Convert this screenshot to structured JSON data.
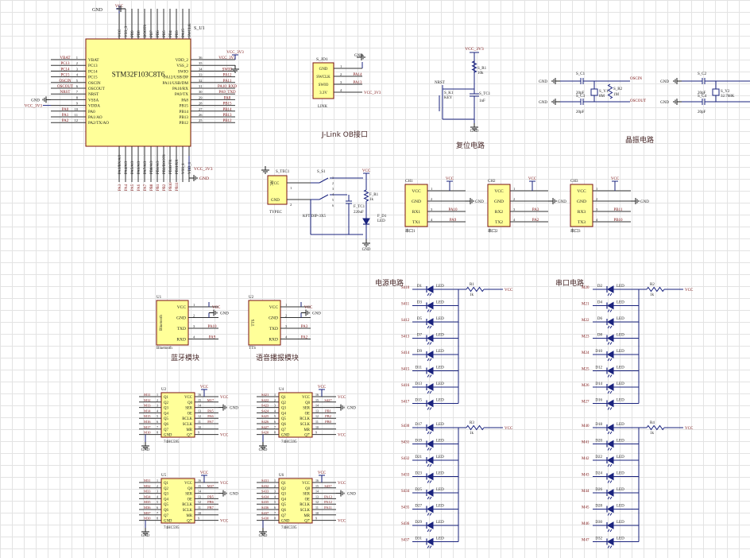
{
  "colors": {
    "body": "#ffff99",
    "wire": "#1a237e",
    "pin": "#333333",
    "label": "#7a1010",
    "gnd": "#1a1a1a",
    "led": "#1a237e"
  },
  "mcu": {
    "ref": "S_U1",
    "part": "STM32F103C8T6",
    "left_pins": [
      [
        "1",
        "VBAT"
      ],
      [
        "2",
        "PC13"
      ],
      [
        "3",
        "PC14"
      ],
      [
        "4",
        "PC15"
      ],
      [
        "5",
        "OSCIN"
      ],
      [
        "6",
        "OSCOUT"
      ],
      [
        "7",
        "NRST"
      ],
      [
        "8",
        "VSSA"
      ],
      [
        "9",
        "VDDA"
      ],
      [
        "10",
        "PA0"
      ],
      [
        "11",
        "PA1/AO"
      ],
      [
        "12",
        "PA2/TX/AO"
      ]
    ],
    "left_nets": [
      "VBAT",
      "PC13",
      "PC14",
      "PC15",
      "OSCIN",
      "OSCOUT",
      "NRST",
      "GND",
      "VCC_3V3",
      "PA0",
      "PA1",
      "PA2"
    ],
    "right_pins": [
      [
        "36",
        "VDD_2"
      ],
      [
        "35",
        "VSS_2"
      ],
      [
        "34",
        "SWIO"
      ],
      [
        "33",
        "PA12/USB/DP"
      ],
      [
        "32",
        "PA11/USB/DM"
      ],
      [
        "31",
        "PA10/RX"
      ],
      [
        "30",
        "PA9/TX"
      ],
      [
        "29",
        "PA8"
      ],
      [
        "28",
        "PB15"
      ],
      [
        "27",
        "PB14"
      ],
      [
        "26",
        "PB13"
      ],
      [
        "25",
        "PB12"
      ]
    ],
    "right_nets": [
      "VCC_3V3",
      "",
      "SWIO",
      "PA12",
      "PA11",
      "PA10_RXD",
      "PA9_TXD",
      "PA8",
      "PB15",
      "PB14",
      "PB13",
      "PB12"
    ],
    "top_pins": [
      "VCC",
      "VSS_3",
      "PB9",
      "PB8",
      "BOOT0",
      "PB7",
      "PB6",
      "PB5",
      "PB4",
      "PB3",
      "PA15",
      "SWCLK"
    ],
    "bottom_pins": [
      "PA3/RX/AO",
      "PA4/AO",
      "PA5/AO",
      "PA6/AO",
      "PA7/AO",
      "PB0/AO",
      "PB1/AO",
      "PB2/BOOT1",
      "PB10/TX",
      "PB11/RX",
      "VSS_1",
      "VDD_1"
    ],
    "bottom_nets": [
      "PA3",
      "PA4",
      "PA5",
      "PA6",
      "PA7",
      "PB0",
      "PB1",
      "PB2",
      "PB10",
      "PB11",
      "",
      ""
    ],
    "gnd": "GND",
    "vcc": "VCC_3V3"
  },
  "jlink": {
    "ref": "S_JD1",
    "pins": [
      "GND",
      "SWCLK",
      "SWIO",
      "3.3V"
    ],
    "nums": [
      "1",
      "2",
      "3",
      "4"
    ],
    "nets": [
      "GND",
      "PA14",
      "PA13",
      "VCC_3V3"
    ],
    "footer": "LINK",
    "title": "J-Link OB接口"
  },
  "reset": {
    "vcc": "VCC_3V3",
    "r": "S_R1",
    "rv": "10k",
    "nrst": "NRST",
    "key_ref": "S_K1",
    "key": "KEY",
    "c": "S_TC1",
    "cv": "1nF",
    "gnd": "GND",
    "title": "复位电路"
  },
  "crystal": {
    "title": "晶振电路",
    "a": {
      "c1": "S_C1",
      "c1v": "20pF",
      "c3": "S_C3",
      "c3v": "20pF",
      "y": "S_Y1",
      "yv": "8M",
      "r": "S_R2",
      "rv": "1M",
      "net1": "OSCIN",
      "net2": "OSCOUT",
      "gnd": "GND"
    },
    "b": {
      "c1": "S_C2",
      "c1v": "20pF",
      "c3": "S_C4",
      "c3v": "20pF",
      "y": "S_Y2",
      "yv": "32.768K",
      "net1": "PC14",
      "net2": "PC15",
      "gnd": "GND"
    }
  },
  "power": {
    "conn": "S_TEC1",
    "pins": [
      "VCC",
      "GND"
    ],
    "footer": "TYPEC",
    "side": "NC",
    "sw": "S_S1",
    "swv": "KFT DIP-3X5",
    "r": "F_R1",
    "rv": "1k",
    "c": "F_TC1",
    "cv": "220uF",
    "d": "F_D1",
    "dv": "LED",
    "vcc": "VCC",
    "gnd": "GND"
  },
  "uart_headers": [
    {
      "ref": "CH1",
      "rows": [
        "VCC",
        "GND",
        "RX1",
        "TX1"
      ],
      "nets": [
        "VCC",
        "GND",
        "PA10",
        "PA9"
      ],
      "footer": "串口1"
    },
    {
      "ref": "CH2",
      "rows": [
        "VCC",
        "GND",
        "RX2",
        "TX2"
      ],
      "nets": [
        "VCC",
        "GND",
        "PA3",
        "PA2"
      ],
      "footer": "串口2"
    },
    {
      "ref": "CH3",
      "rows": [
        "VCC",
        "GND",
        "RX3",
        "TX3"
      ],
      "nets": [
        "VCC",
        "GND",
        "PB11",
        "PB10"
      ],
      "footer": "串口3"
    }
  ],
  "modules": [
    {
      "ref": "U1",
      "name": "Bluetooth",
      "rows": [
        "VCC",
        "GND",
        "TXD",
        "RXD"
      ],
      "nets": [
        "VCC",
        "GND",
        "PA10",
        "PA9"
      ],
      "footer": "Bluetooth",
      "title": "蓝牙模块"
    },
    {
      "ref": "U2",
      "name": "TTS",
      "rows": [
        "VCC",
        "GND",
        "TXD",
        "RXD"
      ],
      "nets": [
        "VCC",
        "GND",
        "PA3",
        "PA2"
      ],
      "footer": "TTS",
      "title": "语音播报模块"
    }
  ],
  "shift_regs": [
    {
      "ref": "U2",
      "part": "74HC595",
      "outs": [
        "M11",
        "M12",
        "M13",
        "M14",
        "M15",
        "M16",
        "M17",
        "M10"
      ],
      "rnets": [
        "VCC",
        "M17",
        "GND",
        "PA5",
        "PA6",
        "PA7",
        "",
        "VCC"
      ]
    },
    {
      "ref": "U4",
      "part": "74HC595",
      "outs": [
        "S421",
        "S422",
        "S423",
        "S424",
        "S425",
        "S426",
        "S427",
        "S420"
      ],
      "rnets": [
        "VCC",
        "S427",
        "GND",
        "PB1",
        "PB2",
        "PB0",
        "",
        "VCC"
      ]
    },
    {
      "ref": "U5",
      "part": "74HC595",
      "outs": [
        "M31",
        "M32",
        "M33",
        "M34",
        "M35",
        "M36",
        "M37",
        "M30"
      ],
      "rnets": [
        "VCC",
        "M37",
        "GND",
        "PB5",
        "PB6",
        "PB7",
        "",
        "VCC"
      ]
    },
    {
      "ref": "U6",
      "part": "74HC595",
      "outs": [
        "S431",
        "S432",
        "S433",
        "S434",
        "S435",
        "S436",
        "S437",
        "S430"
      ],
      "rnets": [
        "VCC",
        "S437",
        "GND",
        "PA13",
        "PA12",
        "PA11",
        "",
        "VCC"
      ]
    }
  ],
  "hc595_pins": {
    "left": [
      "Q1",
      "Q2",
      "Q3",
      "Q4",
      "Q5",
      "Q6",
      "Q7",
      "GND"
    ],
    "right": [
      "VCC",
      "Q0",
      "SER",
      "OE",
      "RCLK",
      "SCLK",
      "MR",
      "Q7'"
    ],
    "lnums": [
      "1",
      "2",
      "3",
      "4",
      "5",
      "6",
      "7",
      "8"
    ],
    "rnums": [
      "16",
      "15",
      "14",
      "13",
      "12",
      "11",
      "10",
      "9"
    ],
    "gnd": "GND",
    "vcc": "VCC"
  },
  "led_banks": [
    {
      "title": "电源电路",
      "nets": [
        "S410",
        "S411",
        "S412",
        "S413",
        "S414",
        "S415",
        "S416",
        "S417"
      ],
      "leds": [
        "D1",
        "D3",
        "D5",
        "D7",
        "D9",
        "D11",
        "D13",
        "D15"
      ],
      "r": "R1",
      "rv": "1k",
      "vcc": "VCC",
      "type": "LED"
    },
    {
      "title": "串口电路",
      "nets": [
        "M20",
        "M21",
        "M22",
        "M23",
        "M24",
        "M25",
        "M26",
        "M27"
      ],
      "leds": [
        "D2",
        "D4",
        "D6",
        "D8",
        "D10",
        "D12",
        "D14",
        "D16"
      ],
      "r": "R2",
      "rv": "1k",
      "vcc": "VCC",
      "type": "LED"
    },
    {
      "title": "",
      "nets": [
        "S430",
        "S431",
        "S432",
        "S433",
        "S434",
        "S435",
        "S436",
        "S437"
      ],
      "leds": [
        "D17",
        "D19",
        "D21",
        "D23",
        "D25",
        "D27",
        "D29",
        "D31"
      ],
      "r": "R3",
      "rv": "1k",
      "vcc": "VCC",
      "type": "LED"
    },
    {
      "title": "",
      "nets": [
        "M40",
        "M41",
        "M42",
        "M43",
        "M44",
        "M45",
        "M46",
        "M47"
      ],
      "leds": [
        "D18",
        "D20",
        "D22",
        "D24",
        "D26",
        "D28",
        "D30",
        "D32"
      ],
      "r": "R4",
      "rv": "1k",
      "vcc": "VCC",
      "type": "LED"
    }
  ]
}
